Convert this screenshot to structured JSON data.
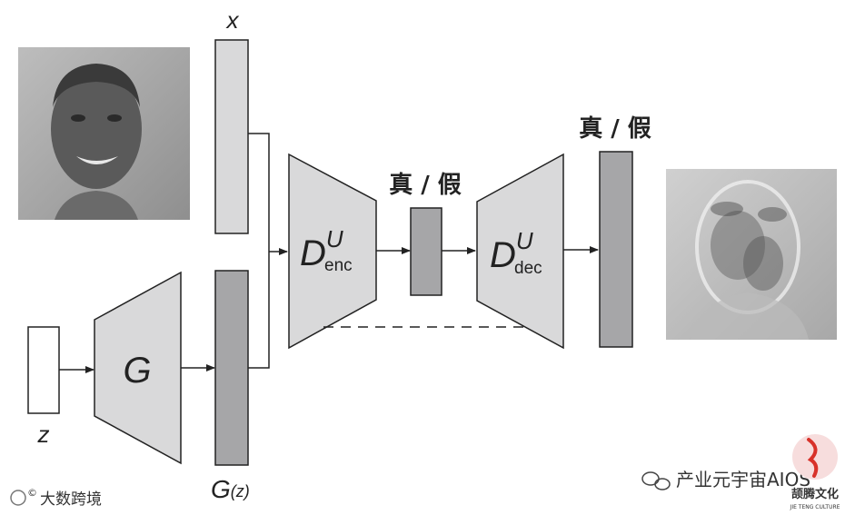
{
  "diagram": {
    "input_x_label": "x",
    "input_z_label": "z",
    "generator_label": "G",
    "generated_label_main": "G",
    "generated_label_arg": "(z)",
    "encoder_label_main": "D",
    "encoder_label_sup": "U",
    "encoder_label_sub": "enc",
    "decoder_label_main": "D",
    "decoder_label_sup": "U",
    "decoder_label_sub": "dec",
    "bottleneck_output_label": "真 / 假",
    "decoder_output_label": "真 / 假"
  },
  "watermarks": {
    "left_text": "大数跨境",
    "left_mark": "©",
    "right_text": "产业元宇宙AIOS",
    "logo_text": "颉腾文化",
    "logo_subtext": "JIE TENG CULTURE"
  },
  "colors": {
    "block_fill": "#d9d9da",
    "feature_fill": "#a6a6a8",
    "stroke": "#222222",
    "logo_red": "#d8322a"
  }
}
